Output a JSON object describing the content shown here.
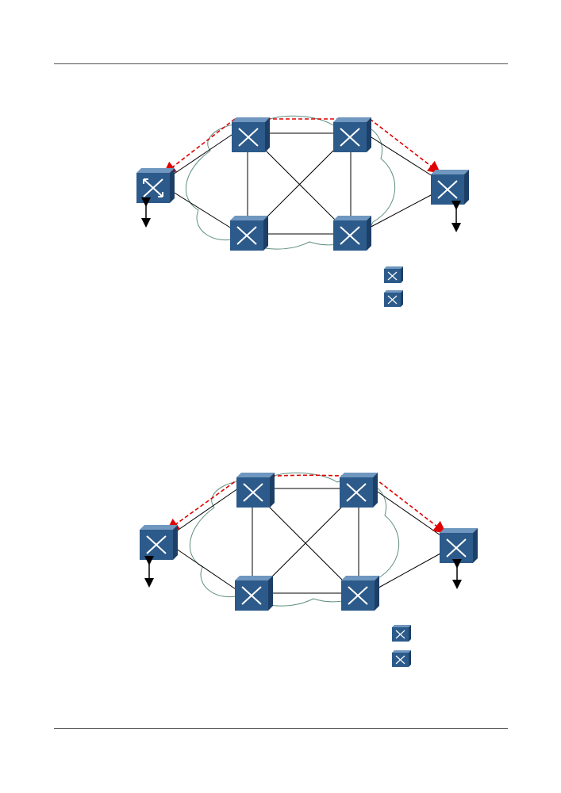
{
  "page": {
    "header_rule": "header-rule",
    "footer_rule": "footer-rule"
  },
  "colors": {
    "device_front": "#2c5a8a",
    "device_top": "#6f97bf",
    "device_side": "#1d3f66",
    "device_symbol": "#ffffff",
    "link_line": "#000000",
    "cloud_outline": "#5f8f7f",
    "path_arrow": "#e00000"
  },
  "legend_icons": [
    "switch-icon",
    "switch-icon-small"
  ],
  "figures": [
    {
      "id": "figure-1",
      "cloud": "network-cloud",
      "devices": [
        "edge-switch-left",
        "core-switch-top-left",
        "core-switch-top-right",
        "edge-switch-right",
        "core-switch-bottom-left",
        "core-switch-bottom-right"
      ],
      "access_links": [
        "access-link-left",
        "access-link-right"
      ],
      "redundant_path": "red-dashed-path"
    },
    {
      "id": "figure-2",
      "cloud": "network-cloud",
      "devices": [
        "edge-switch-left",
        "core-switch-top-left",
        "core-switch-top-right",
        "edge-switch-right",
        "core-switch-bottom-left",
        "core-switch-bottom-right"
      ],
      "access_links": [
        "access-link-left",
        "access-link-right"
      ],
      "redundant_path": "red-dashed-path"
    }
  ]
}
